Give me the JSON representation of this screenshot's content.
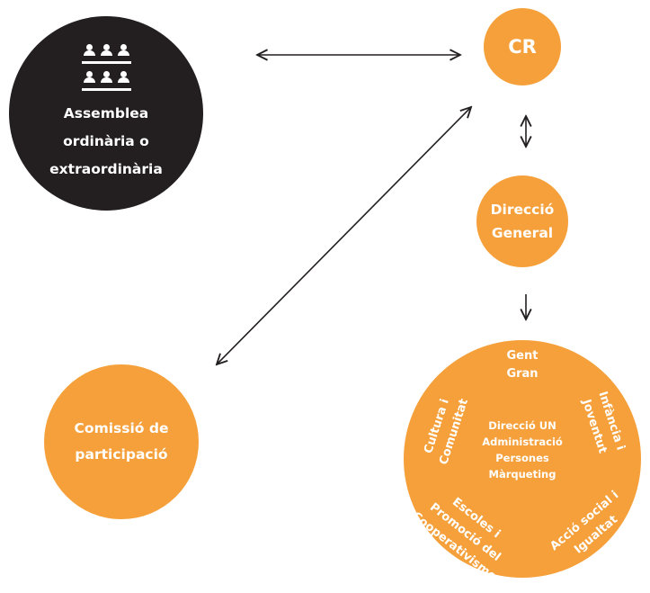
{
  "assemblea": {
    "lines": [
      "Assemblea",
      "ordinària o",
      "extraordinària"
    ]
  },
  "cr": {
    "label": "CR"
  },
  "direccio": {
    "lines": [
      "Direcció",
      "General"
    ]
  },
  "comissio": {
    "lines": [
      "Comissió de",
      "participació"
    ]
  },
  "departaments": {
    "gent_gran": [
      "Gent",
      "Gran"
    ],
    "cultura": [
      "Cultura i",
      "Comunitat"
    ],
    "infancia": [
      "Infància i",
      "Joventut"
    ],
    "escoles": [
      "Escoles i",
      "Promoció del",
      "Cooperativisme"
    ],
    "accio": [
      "Acció social i",
      "Igualtat"
    ],
    "centre": [
      "Direcció UN",
      "Administració",
      "Persones",
      "Màrqueting"
    ]
  },
  "colors": {
    "orange": "#f5a03a",
    "dark": "#231f20",
    "arrow": "#231f20"
  }
}
